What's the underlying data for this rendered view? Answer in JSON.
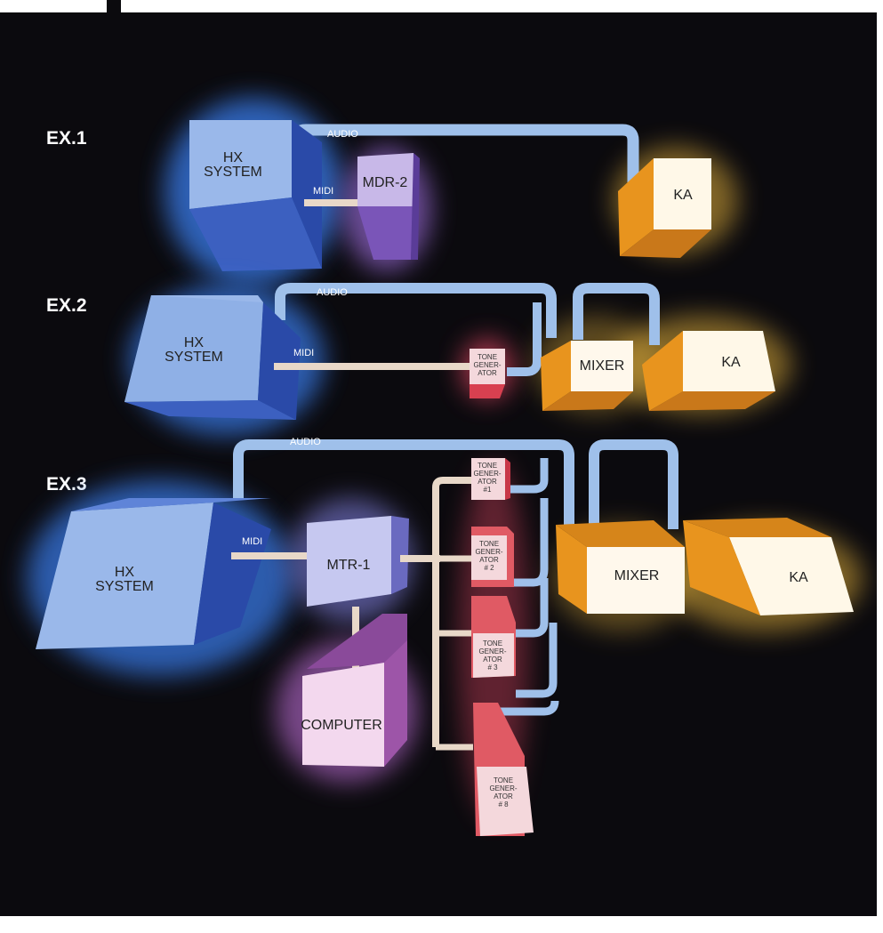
{
  "colors": {
    "background": "#0b0a0e",
    "hx": "#5f8fe0",
    "mdr": "#9a6fc8",
    "ka": "#f0a83a",
    "tone": "#e0505a",
    "computer": "#b070b8",
    "audio_line": "#9fc0ea",
    "midi_line": "#e8d8c8"
  },
  "example_labels": [
    "EX.1",
    "EX.2",
    "EX.3"
  ],
  "ex1": {
    "hx": [
      "HX",
      "SYSTEM"
    ],
    "mdr": "MDR-2",
    "ka": "KA",
    "midi": "MIDI",
    "audio": "AUDIO"
  },
  "ex2": {
    "hx": [
      "HX",
      "SYSTEM"
    ],
    "tone": [
      "TONE",
      "GENER-",
      "ATOR"
    ],
    "mixer": "MIXER",
    "ka": "KA",
    "midi": "MIDI",
    "audio": "AUDIO"
  },
  "ex3": {
    "hx": [
      "HX",
      "SYSTEM"
    ],
    "mtr": "MTR-1",
    "computer": "COMPUTER",
    "mixer": "MIXER",
    "ka": "KA",
    "midi": "MIDI",
    "audio": "AUDIO",
    "tone1": [
      "TONE",
      "GENER-",
      "ATOR",
      "#1"
    ],
    "tone2": [
      "TONE",
      "GENER-",
      "ATOR",
      "# 2"
    ],
    "tone3": [
      "TONE",
      "GENER-",
      "ATOR",
      "# 3"
    ],
    "tone8": [
      "TONE",
      "GENER-",
      "ATOR",
      "# 8"
    ]
  }
}
